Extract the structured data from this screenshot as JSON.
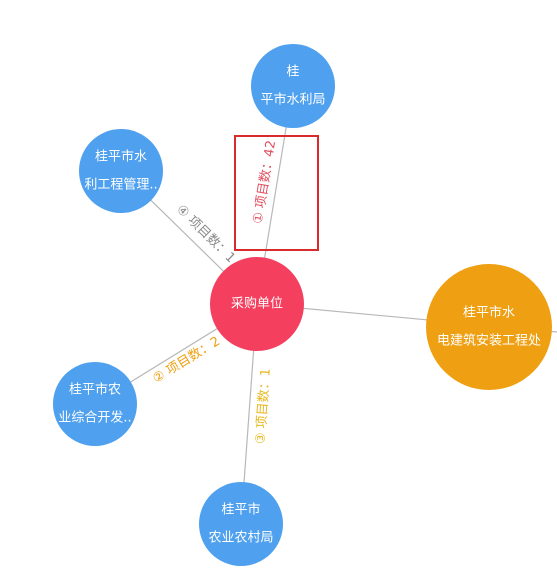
{
  "colors": {
    "center": "#f43f5e",
    "node": "#4fa0ee",
    "node_orange": "#ef9f12",
    "edge": "#b8b8b8",
    "label_red": "#e05161",
    "label_grey": "#8a8a8a",
    "label_orange": "#ef9f12",
    "label_yellow": "#e8b820",
    "highlight_box": "#d92b2b"
  },
  "center": {
    "label": "采购单位"
  },
  "nodes": [
    {
      "id": "n1",
      "lines": [
        "桂",
        "平市水利局"
      ],
      "color": "node"
    },
    {
      "id": "n2",
      "lines": [
        "桂平市水",
        "利工程管理.."
      ],
      "color": "node"
    },
    {
      "id": "n3",
      "lines": [
        "桂平市水",
        "电建筑安装工程处"
      ],
      "color": "node_orange"
    },
    {
      "id": "n4",
      "lines": [
        "桂平市农",
        "业综合开发.."
      ],
      "color": "node"
    },
    {
      "id": "n5",
      "lines": [
        "桂平市",
        "农业农村局"
      ],
      "color": "node"
    }
  ],
  "edges": [
    {
      "to": "n1",
      "label": "① 项目数：42",
      "color": "label_red",
      "highlighted": true
    },
    {
      "to": "n2",
      "label": "④ 项目数：1",
      "color": "label_grey",
      "highlighted": false
    },
    {
      "to": "n3",
      "label": "",
      "color": "label_grey",
      "highlighted": false
    },
    {
      "to": "n4",
      "label": "② 项目数：2",
      "color": "label_orange",
      "highlighted": false
    },
    {
      "to": "n5",
      "label": "③ 项目数：1",
      "color": "label_yellow",
      "highlighted": false
    }
  ]
}
